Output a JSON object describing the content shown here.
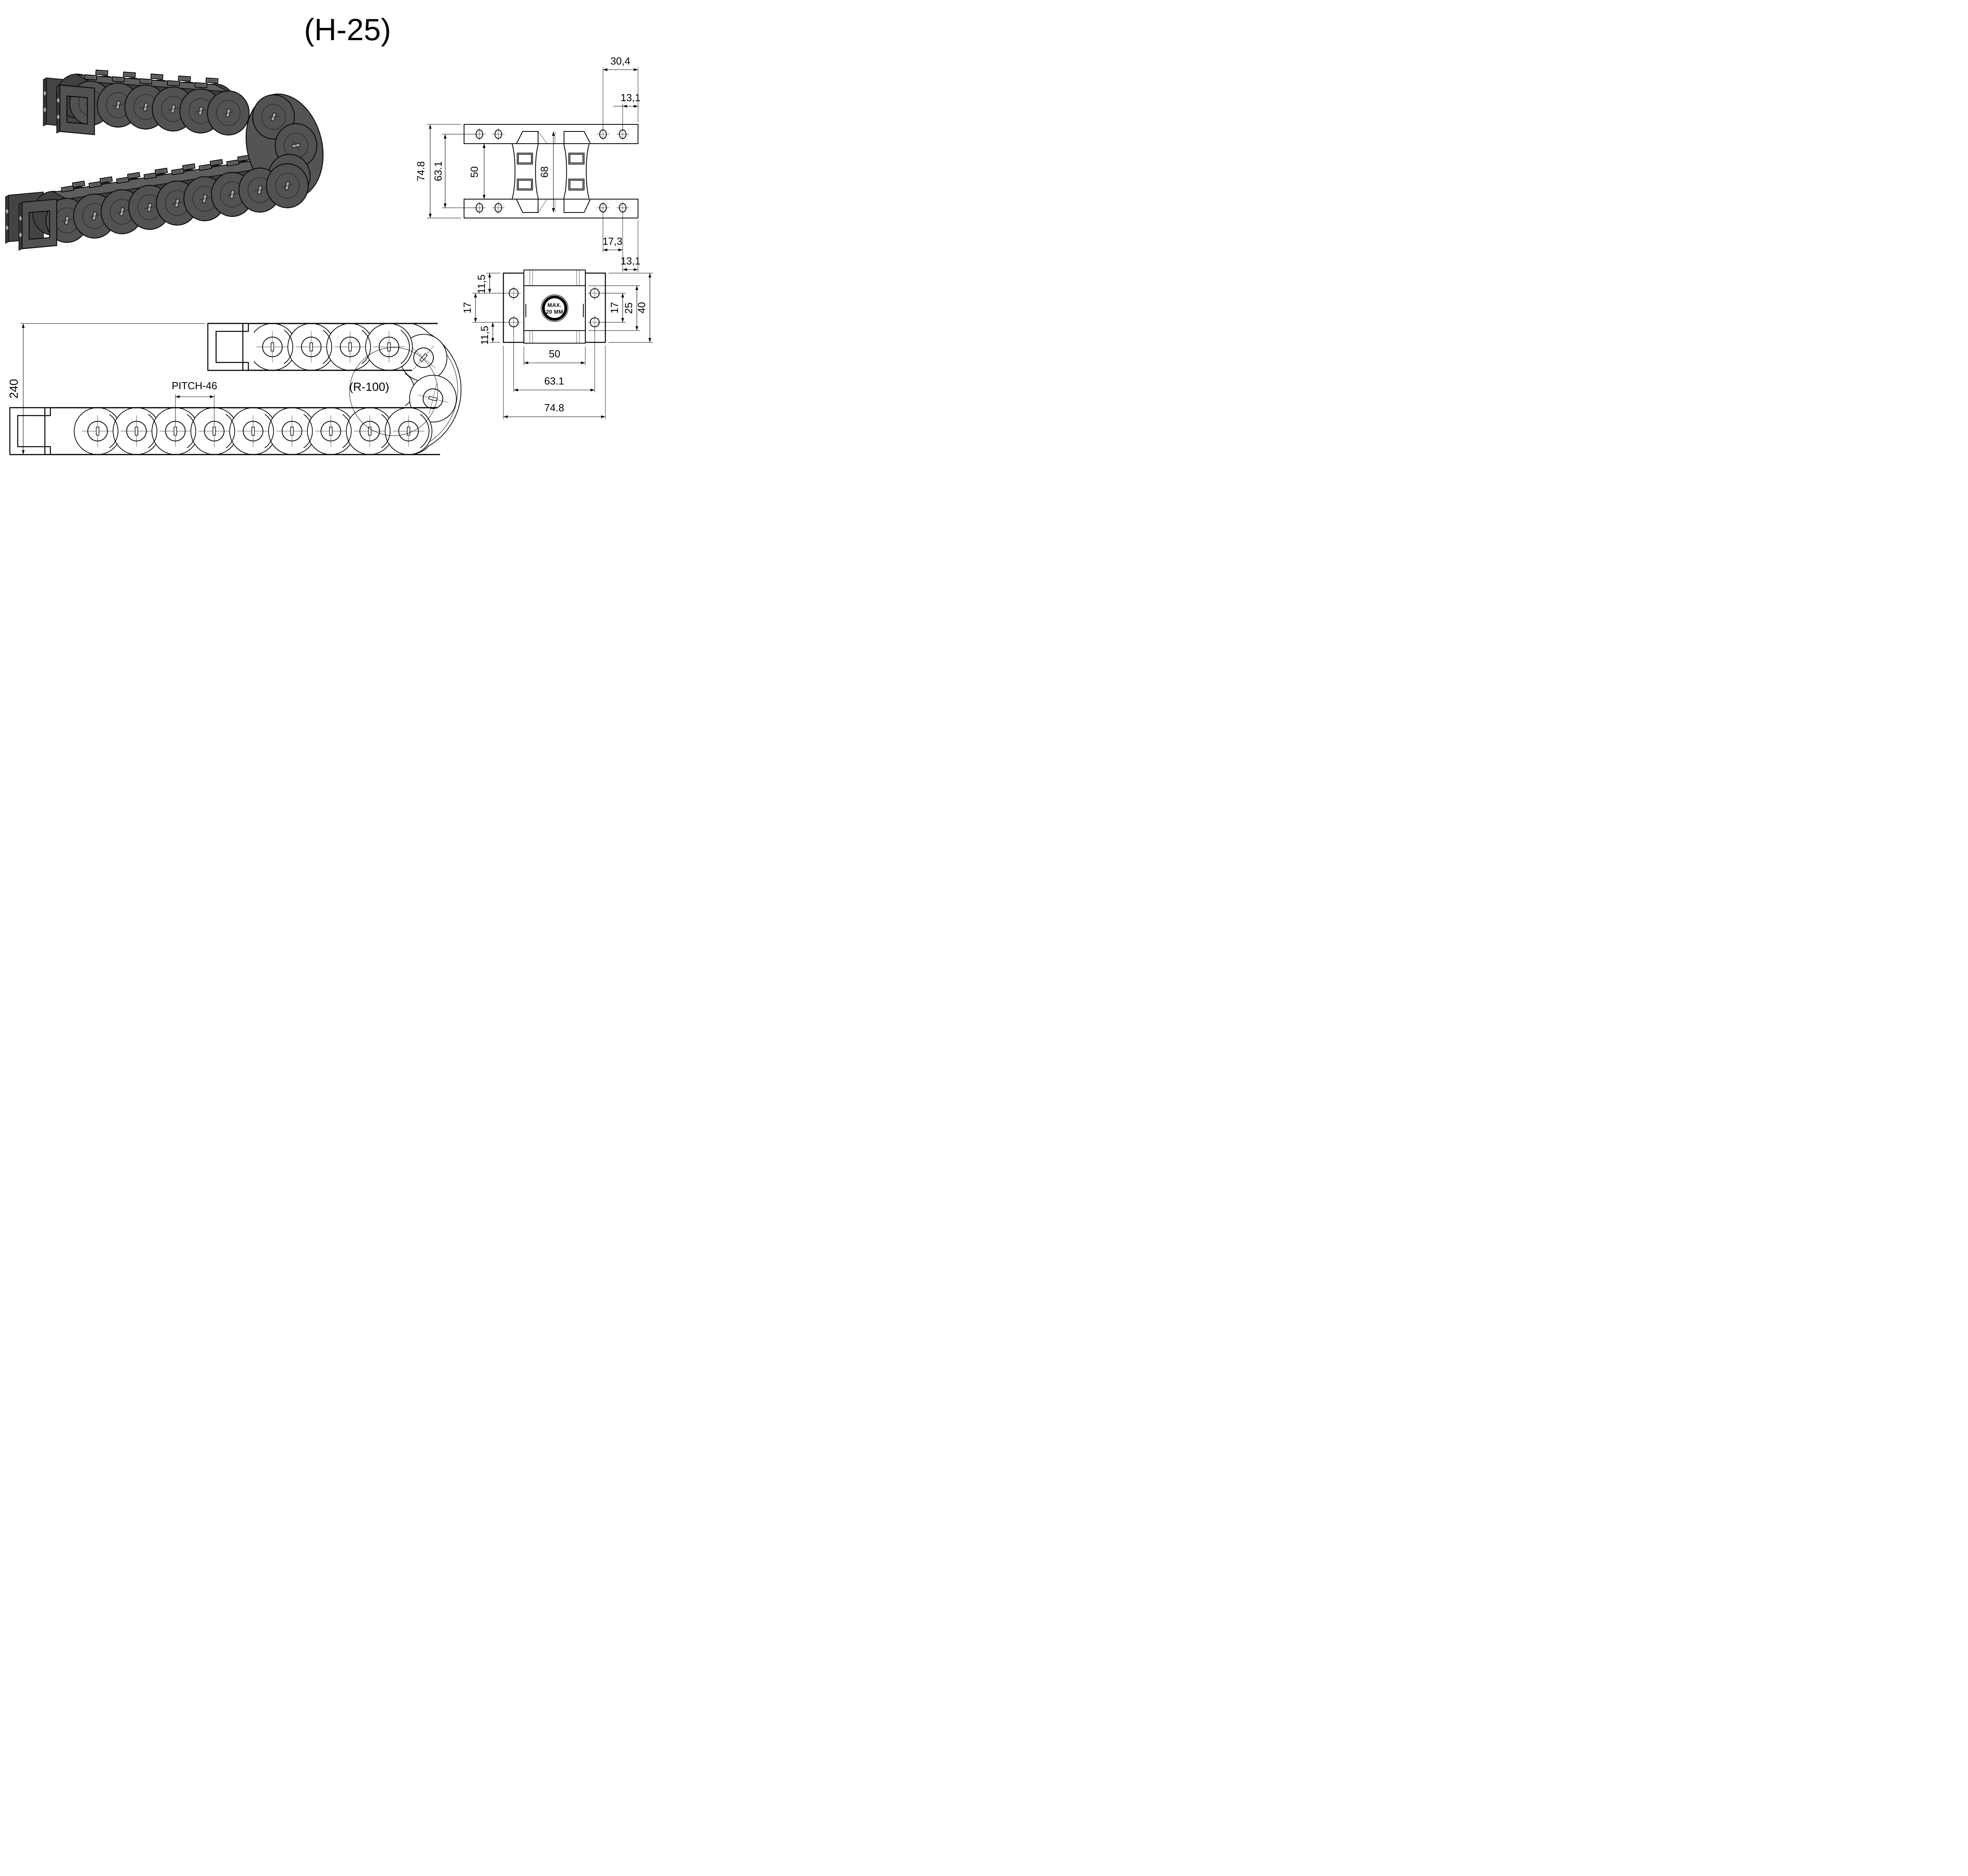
{
  "title": "(H-25)",
  "top_view": {
    "dim_overall": "74.8",
    "dim_hole_rows": "63.1",
    "dim_inner_width": "50",
    "dim_link_width": "68",
    "dim_bracket_span": "30,4",
    "dim_hole_offset_top": "13,1",
    "dim_hole_pitch": "17,3",
    "dim_hole_offset_bottom": "13,1"
  },
  "side_view": {
    "dim_loop_height": "240",
    "dim_pitch": "PITCH-46",
    "dim_bend_radius": "(R-100)"
  },
  "section_view": {
    "dim_edge_hole_top": "11,5",
    "dim_hole_pitch_left": "17",
    "dim_edge_hole_bottom": "11,5",
    "dim_hole_pitch_right": "17",
    "dim_inner_height": "25",
    "dim_overall_height": "40",
    "dim_inner_width": "50",
    "dim_hole_span": "63.1",
    "dim_overall_width": "74.8",
    "cable_max_line1": "MAX.",
    "cable_max_line2": "20 MM"
  },
  "colors": {
    "line": "#000000",
    "background": "#ffffff",
    "chain_body": "#515254",
    "chain_far": "#404143",
    "chain_dark": "#38393b",
    "chain_deck": "#5d5e60",
    "chain_slot": "#a8a9ab"
  }
}
